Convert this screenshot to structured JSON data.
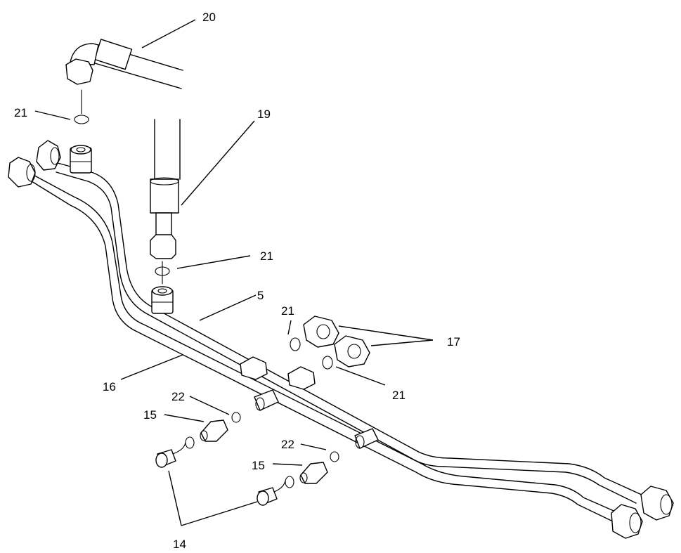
{
  "diagram": {
    "callouts": [
      {
        "id": "c20",
        "text": "20"
      },
      {
        "id": "c21a",
        "text": "21"
      },
      {
        "id": "c19",
        "text": "19"
      },
      {
        "id": "c21b",
        "text": "21"
      },
      {
        "id": "c5",
        "text": "5"
      },
      {
        "id": "c21c",
        "text": "21"
      },
      {
        "id": "c17",
        "text": "17"
      },
      {
        "id": "c21d",
        "text": "21"
      },
      {
        "id": "c16",
        "text": "16"
      },
      {
        "id": "c22a",
        "text": "22"
      },
      {
        "id": "c15a",
        "text": "15"
      },
      {
        "id": "c22b",
        "text": "22"
      },
      {
        "id": "c15b",
        "text": "15"
      },
      {
        "id": "c14",
        "text": "14"
      }
    ]
  }
}
